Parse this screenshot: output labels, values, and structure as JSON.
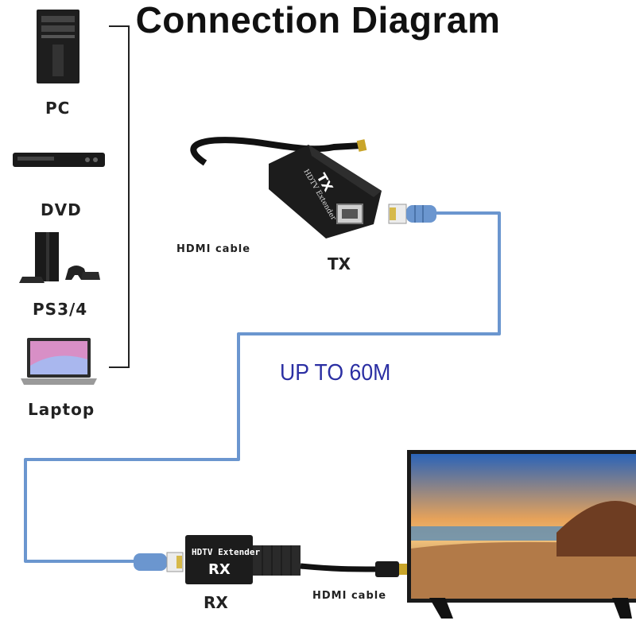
{
  "title": "Connection Diagram",
  "sources": [
    {
      "label": "PC",
      "icon": "pc-tower-icon"
    },
    {
      "label": "DVD",
      "icon": "dvd-player-icon"
    },
    {
      "label": "PS3/4",
      "icon": "game-console-icon"
    },
    {
      "label": "Laptop",
      "icon": "laptop-icon"
    }
  ],
  "tx": {
    "label": "TX",
    "device_top_text": "TX",
    "device_brand": "HDTV Extender",
    "cable_label": "HDMI cable"
  },
  "rx": {
    "label": "RX",
    "device_brand": "HDTV Extender",
    "device_model": "RX",
    "cable_label": "HDMI cable"
  },
  "distance_label": "UP TO 60M",
  "colors": {
    "network_cable": "#6b96cf",
    "distance_text": "#2b2fa3",
    "device_body": "#1c1c1c"
  }
}
